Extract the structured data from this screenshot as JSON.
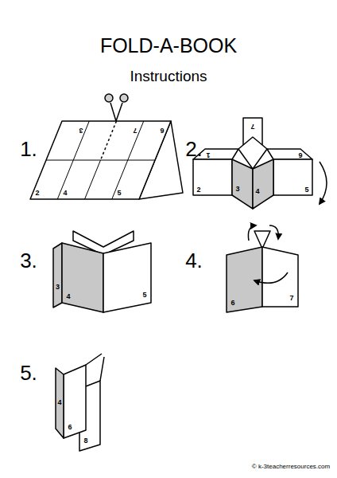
{
  "diagram": {
    "title": "FOLD-A-BOOK",
    "labels": [
      "Instructions",
      "1.",
      "2.",
      "3.",
      "4.",
      "5.",
      "3",
      "7",
      "6",
      "2",
      "4",
      "5",
      "1",
      "7",
      "6",
      "2",
      "3",
      "4",
      "5",
      "3",
      "4",
      "5",
      "6",
      "7",
      "4",
      "6",
      "8",
      "© k-3teacherresources.com"
    ]
  }
}
